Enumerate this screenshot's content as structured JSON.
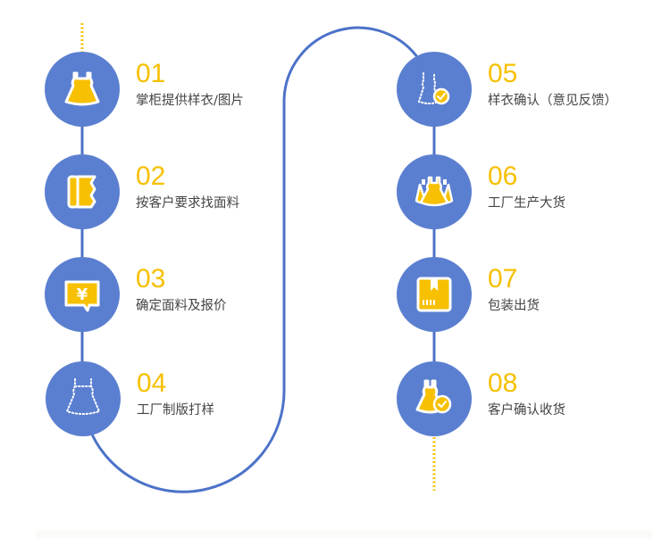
{
  "colors": {
    "circle": "#5b7fd0",
    "line": "#4c72c8",
    "accent": "#f7c000",
    "icon_outline": "#ffffff",
    "label_text": "#444444"
  },
  "steps": [
    {
      "number": "01",
      "label": "掌柜提供样衣/图片",
      "icon": "dress-icon"
    },
    {
      "number": "02",
      "label": "按客户要求找面料",
      "icon": "fabric-roll-icon"
    },
    {
      "number": "03",
      "label": "确定面料及报价",
      "icon": "yuan-price-bubble-icon"
    },
    {
      "number": "04",
      "label": "工厂制版打样",
      "icon": "dress-pattern-icon"
    },
    {
      "number": "05",
      "label": "样衣确认（意见反馈）",
      "icon": "dress-pattern-check-icon"
    },
    {
      "number": "06",
      "label": "工厂生产大货",
      "icon": "multiple-dresses-icon"
    },
    {
      "number": "07",
      "label": "包装出货",
      "icon": "package-box-icon"
    },
    {
      "number": "08",
      "label": "客户确认收货",
      "icon": "dress-check-icon"
    }
  ]
}
